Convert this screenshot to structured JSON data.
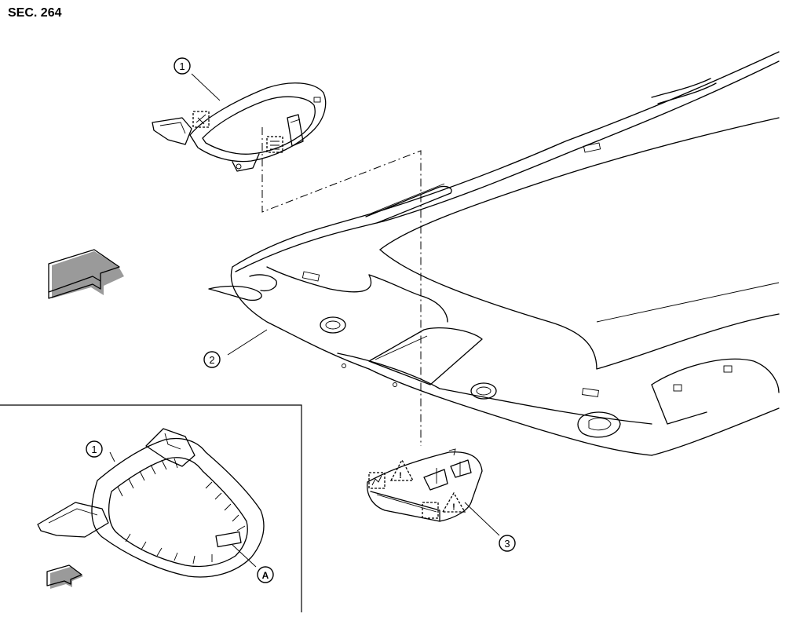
{
  "section_label": "SEC. 264",
  "callouts": {
    "part_1_top": "1",
    "part_2": "2",
    "part_3": "3",
    "part_1_detail": "1",
    "detail_a": "A"
  },
  "icons": [
    "front-direction-arrow-icon",
    "detail-view-arrow-icon",
    "metal-clip-icon",
    "pawl-icon"
  ]
}
